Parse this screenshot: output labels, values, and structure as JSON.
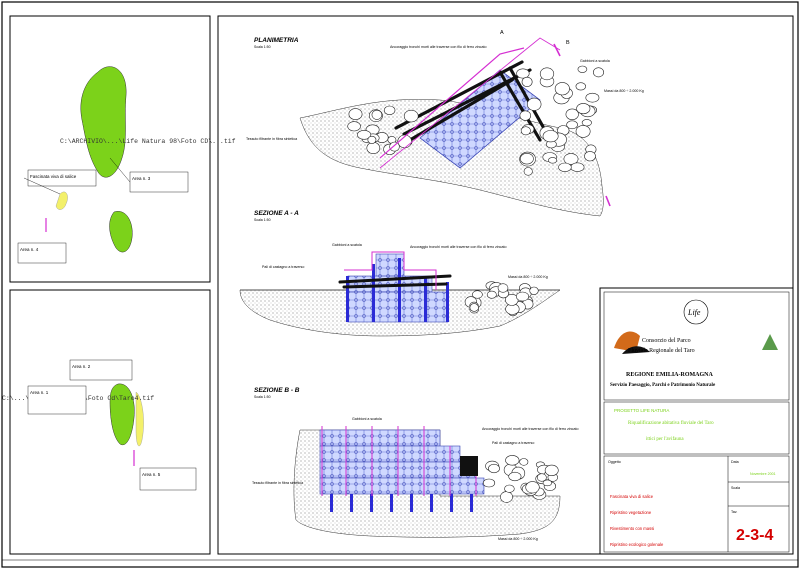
{
  "colors": {
    "frame": "#000000",
    "accent_green": "#7cd21a",
    "accent_yellow": "#f3f06a",
    "magenta": "#d52fd2",
    "blue_piles": "#2b2bd6",
    "gabion_fill": "#cfd8ff",
    "stone_outline": "#222222",
    "title_red": "#d40000"
  },
  "left_top_panel": {
    "overlay_label": "C:\\ARCHIVIO\\...\\Life Natura 98\\Foto CD\\...tif",
    "callout_1": "Fascinata viva di salice",
    "callout_2": "Area n. 3",
    "callout_3": "Area n. 4"
  },
  "left_bottom_panel": {
    "overlay_label": "C:\\...\\Life Natura 98\\Foto Cd\\Taro4.tif",
    "callout_1": "Area n. 2",
    "callout_2": "Area n. 1",
    "callout_3": "Area n. 5"
  },
  "drawing": {
    "planimetria_title": "PLANIMETRIA",
    "planimetria_scale": "Scala 1:50",
    "section_a_title": "SEZIONE  A  -  A",
    "section_a_scale": "Scala 1:50",
    "section_b_title": "SEZIONE  B  -  B",
    "section_b_scale": "Scala 1:50",
    "label_a": "A",
    "label_b": "B",
    "note_talea": "Ancoraggio tronchi morti alle traverse con filo di ferro zincato",
    "note_massi": "Massi da 800 ÷ 2.000 Kg",
    "note_gabbioni": "Gabbioni a scatola",
    "note_pali": "Pali di castagno a traverso",
    "note_tessuto": "Tessuto filtrante in fibra sintetica"
  },
  "title_block": {
    "life_logo_text": "Life",
    "consorzio_line1": "Consorzio del Parco",
    "consorzio_line2": "Fluviale Regionale del Taro",
    "regione": "REGIONE EMILIA-ROMAGNA",
    "servizio": "Servizio Paesaggio, Parchi e Patrimonio Naturale",
    "progetto_heading": "PROGETTO LIFE NATURA",
    "progetto_title": "Riqualificazione abitativa fluviale del Taro",
    "progetto_sub": "ittici per l'avifauna",
    "oggetto_label": "Oggetto",
    "scala_label": "Scala",
    "data_label": "Data",
    "data_value": "Novembre 2001",
    "foglio_label": "Tav.",
    "foglio_value": "2-3-4",
    "list_1": "Fascinata viva di salice",
    "list_2": "Ripristino vegetazione",
    "list_3": "Rivestimento con massi",
    "footer": "Ripristino ecologico golenale"
  }
}
